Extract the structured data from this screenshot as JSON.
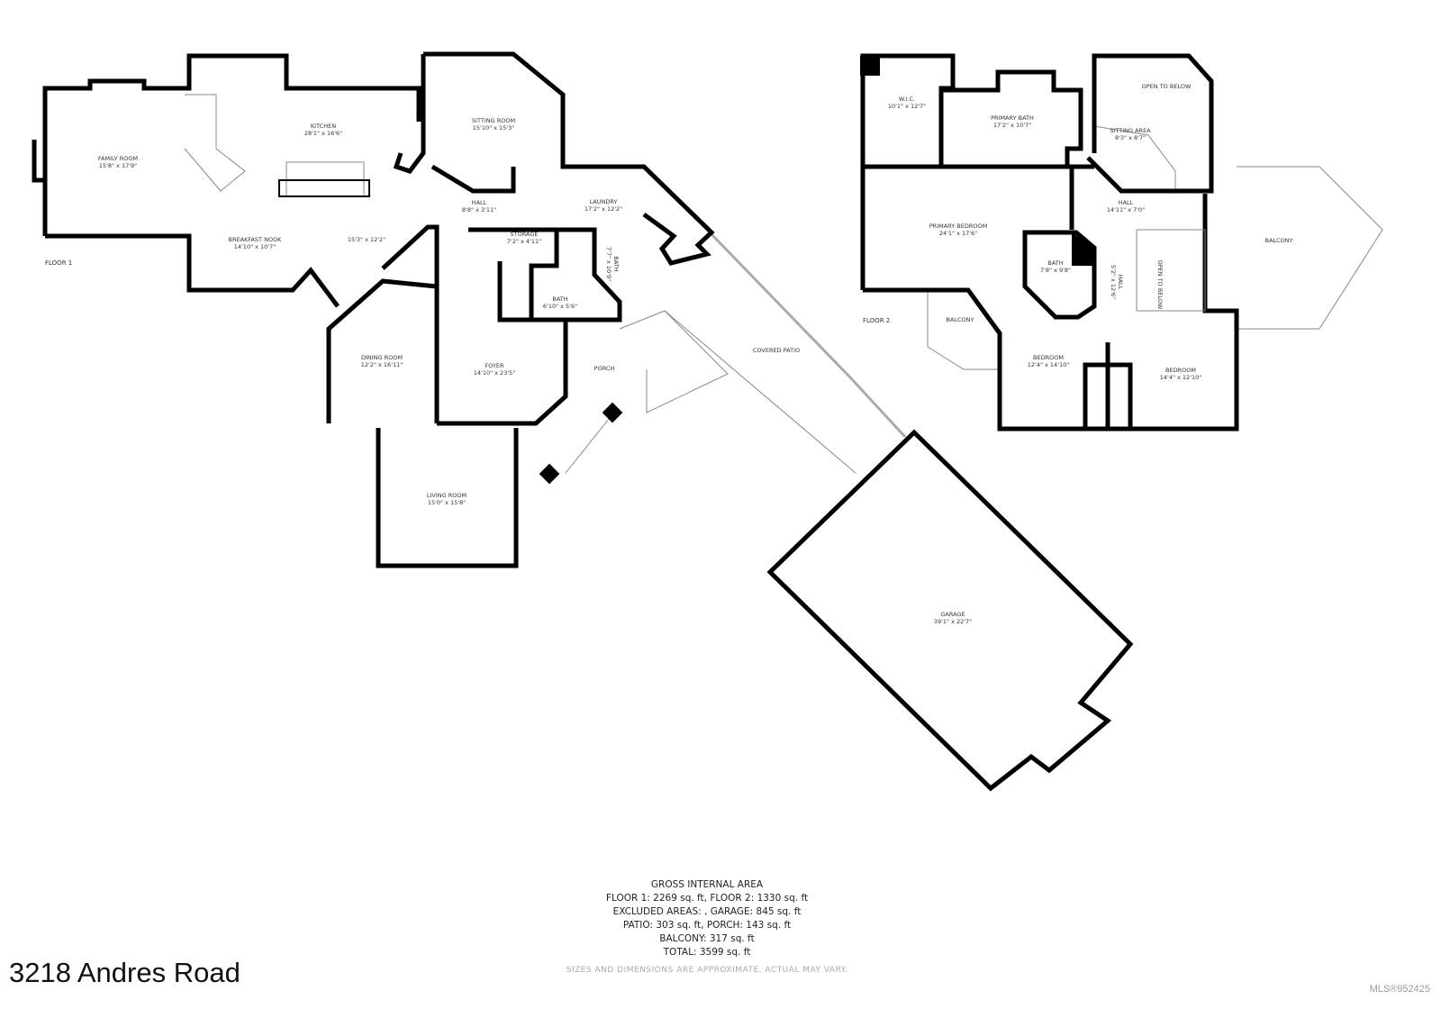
{
  "floor1": {
    "label": "FLOOR 1",
    "rooms": [
      {
        "name": "FAMILY ROOM",
        "dims": "15'8\" x 17'9\""
      },
      {
        "name": "KITCHEN",
        "dims": "28'1\" x 16'6\""
      },
      {
        "name": "BREAKFAST NOOK",
        "dims": "14'10\" x 10'7\""
      },
      {
        "name": "",
        "dims": "15'3\" x 12'2\""
      },
      {
        "name": "SITTING ROOM",
        "dims": "15'10\" x 15'3\""
      },
      {
        "name": "HALL",
        "dims": "8'8\" x 3'11\""
      },
      {
        "name": "LAUNDRY",
        "dims": "17'2\" x 12'2\""
      },
      {
        "name": "STORAGE",
        "dims": "7'2\" x 4'11\""
      },
      {
        "name": "BATH",
        "dims": "7'7\" x 10'9\""
      },
      {
        "name": "BATH",
        "dims": "6'10\" x 5'6\""
      },
      {
        "name": "DINING ROOM",
        "dims": "12'2\" x 16'11\""
      },
      {
        "name": "FOYER",
        "dims": "14'10\" x 23'5\""
      },
      {
        "name": "PORCH",
        "dims": ""
      },
      {
        "name": "COVERED PATIO",
        "dims": ""
      },
      {
        "name": "LIVING ROOM",
        "dims": "15'0\" x 15'8\""
      },
      {
        "name": "GARAGE",
        "dims": "39'1\" x 22'7\""
      }
    ]
  },
  "floor2": {
    "label": "FLOOR 2",
    "rooms": [
      {
        "name": "W.I.C.",
        "dims": "10'1\" x 12'7\""
      },
      {
        "name": "PRIMARY BATH",
        "dims": "17'2\" x 10'7\""
      },
      {
        "name": "OPEN TO BELOW",
        "dims": ""
      },
      {
        "name": "SITTING AREA",
        "dims": "8'3\" x 8'7\""
      },
      {
        "name": "HALL",
        "dims": "14'11\" x 7'0\""
      },
      {
        "name": "PRIMARY BEDROOM",
        "dims": "24'1\" x 17'6\""
      },
      {
        "name": "BATH",
        "dims": "7'8\" x 9'8\""
      },
      {
        "name": "HALL",
        "dims": "5'2\" x 12'6\""
      },
      {
        "name": "OPEN TO BELOW",
        "dims": ""
      },
      {
        "name": "BALCONY",
        "dims": ""
      },
      {
        "name": "BALCONY",
        "dims": ""
      },
      {
        "name": "BEDROOM",
        "dims": "12'4\" x 14'10\""
      },
      {
        "name": "BEDROOM",
        "dims": "14'4\" x 12'10\""
      }
    ]
  },
  "area": {
    "heading": "GROSS INTERNAL AREA",
    "line1": "FLOOR 1: 2269 sq. ft, FLOOR 2: 1330 sq. ft",
    "line2": "EXCLUDED AREAS: , GARAGE: 845 sq. ft",
    "line3": "PATIO: 303 sq. ft, PORCH: 143 sq. ft",
    "line4": "BALCONY: 317 sq. ft",
    "line5": "TOTAL: 3599 sq. ft"
  },
  "disclaimer": "SIZES AND DIMENSIONS ARE APPROXIMATE, ACTUAL MAY VARY.",
  "address": "3218 Andres Road",
  "mls": "MLS®952425"
}
